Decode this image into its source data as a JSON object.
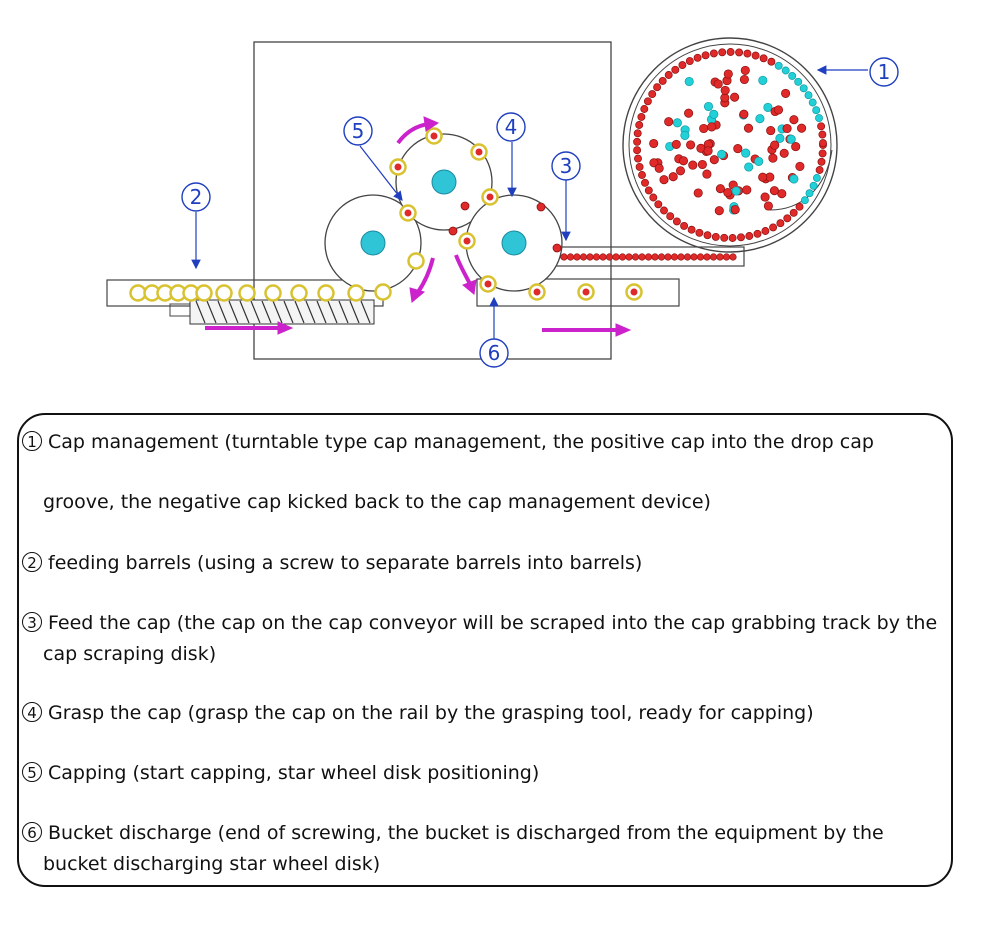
{
  "diagram": {
    "callouts": [
      "1",
      "2",
      "3",
      "4",
      "5",
      "6"
    ],
    "colors": {
      "callout": "#1f3fbf",
      "arrow_magenta": "#cc22cc",
      "cap_red": "#e02a2a",
      "cap_cyan": "#22d0d8",
      "hub_cyan": "#2fc4d6",
      "gold_ring": "#d8c230",
      "line": "#444444"
    }
  },
  "legend": {
    "items": [
      {
        "num": "1",
        "line1": "Cap management (turntable type cap management, the positive cap into the drop cap",
        "line2": "groove, the negative cap kicked back to the cap management device)"
      },
      {
        "num": "2",
        "line1": "feeding barrels (using a screw to separate barrels into barrels)",
        "line2": ""
      },
      {
        "num": "3",
        "line1": "Feed the cap (the cap on the cap conveyor will be scraped into the cap grabbing track by the",
        "line2": "cap scraping disk)"
      },
      {
        "num": "4",
        "line1": "Grasp the cap (grasp the cap on the rail by the grasping tool, ready for capping)",
        "line2": ""
      },
      {
        "num": "5",
        "line1": "Capping (start capping, star wheel disk positioning)",
        "line2": ""
      },
      {
        "num": "6",
        "line1": "Bucket discharge (end of screwing, the bucket is discharged from the equipment by the",
        "line2": "bucket discharging star wheel disk)"
      }
    ]
  }
}
